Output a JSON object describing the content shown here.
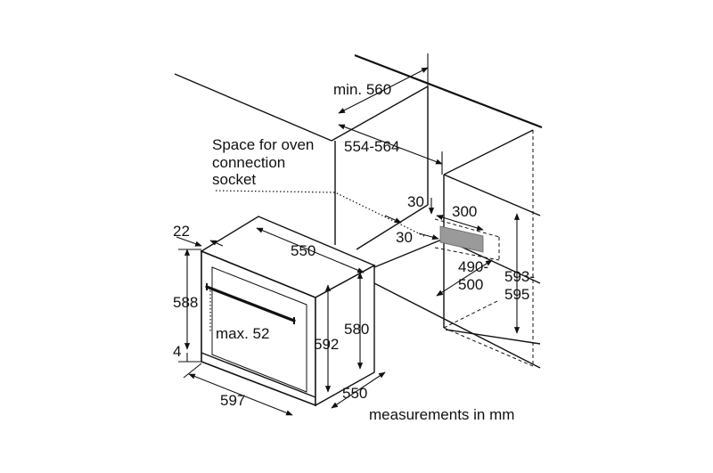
{
  "labels": {
    "min_width": "min. 560",
    "width_range": "554-564",
    "socket_line1": "Space for oven",
    "socket_line2": "connection",
    "socket_line3": "socket",
    "top_offset": "30",
    "socket_width": "300",
    "side_offset": "30",
    "socket_pos_1": "490-",
    "socket_pos_2": "500",
    "niche_height_1": "593-",
    "niche_height_2": "595",
    "oven_depth_top": "550",
    "front_thickness": "22",
    "front_height": "588",
    "handle_max": "max. 52",
    "bottom_gap": "4",
    "oven_height": "592",
    "body_height": "580",
    "oven_width": "597",
    "oven_depth_bottom": "550",
    "units_note": "measurements in mm"
  }
}
